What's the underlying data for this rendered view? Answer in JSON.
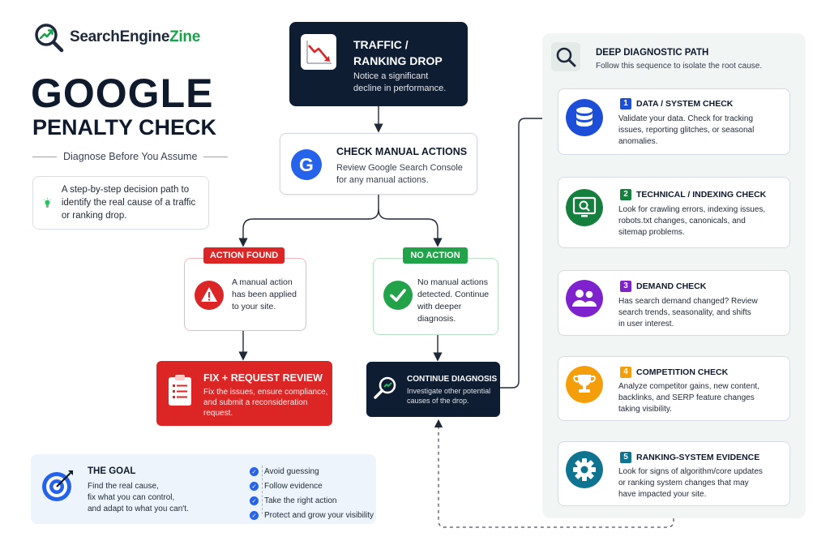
{
  "brand": {
    "name_main": "SearchEngine",
    "name_highlight": "Zine"
  },
  "header": {
    "title_line1": "GOOGLE",
    "title_line2": "PENALTY CHECK",
    "subtitle": "Diagnose Before You Assume"
  },
  "intro": {
    "text": "A step-by-step decision path to identify the real cause of a traffic or ranking drop."
  },
  "flow": {
    "traffic": {
      "title_line1": "TRAFFIC /",
      "title_line2": "RANKING DROP",
      "desc_line1": "Notice a significant",
      "desc_line2": "decline in performance."
    },
    "manual": {
      "icon_letter": "G",
      "title": "CHECK MANUAL ACTIONS",
      "desc_line1": "Review Google Search Console",
      "desc_line2": "for any manual actions."
    },
    "action_found": {
      "label": "ACTION FOUND",
      "desc_line1": "A manual action",
      "desc_line2": "has been applied",
      "desc_line3": "to your site."
    },
    "no_action": {
      "label": "NO ACTION",
      "desc_line1": "No manual actions",
      "desc_line2": "detected. Continue",
      "desc_line3": "with deeper",
      "desc_line4": "diagnosis."
    },
    "fix": {
      "title": "FIX + REQUEST REVIEW",
      "desc_line1": "Fix the issues, ensure compliance,",
      "desc_line2": "and submit a reconsideration",
      "desc_line3": "request."
    },
    "continue": {
      "title": "CONTINUE DIAGNOSIS",
      "desc_line1": "Investigate other potential",
      "desc_line2": "causes of the drop."
    }
  },
  "goal": {
    "title": "THE GOAL",
    "desc_line1": "Find the real cause,",
    "desc_line2": "fix what you can control,",
    "desc_line3": "and adapt to what you can't.",
    "checklist": [
      "Avoid guessing",
      "Follow evidence",
      "Take the right action",
      "Protect and grow your visibility"
    ]
  },
  "deep": {
    "title": "DEEP DIAGNOSTIC PATH",
    "desc": "Follow this sequence to isolate the root cause.",
    "steps": [
      {
        "num": "1",
        "title": "DATA / SYSTEM CHECK",
        "lines": [
          "Validate your data. Check for tracking",
          "issues, reporting glitches, or seasonal",
          "anomalies."
        ],
        "color": "#1d4ed8",
        "icon": "database-icon"
      },
      {
        "num": "2",
        "title": "TECHNICAL / INDEXING CHECK",
        "lines": [
          "Look for crawling errors, indexing issues,",
          "robots.txt changes, canonicals, and",
          "sitemap problems."
        ],
        "color": "#15803d",
        "icon": "monitor-search-icon"
      },
      {
        "num": "3",
        "title": "DEMAND CHECK",
        "lines": [
          "Has search demand changed? Review",
          "search trends, seasonality, and shifts",
          "in user interest."
        ],
        "color": "#7e22ce",
        "icon": "users-icon"
      },
      {
        "num": "4",
        "title": "COMPETITION CHECK",
        "lines": [
          "Analyze competitor gains, new content,",
          "backlinks, and SERP feature changes",
          "taking visibility."
        ],
        "color": "#f59e0b",
        "icon": "trophy-icon"
      },
      {
        "num": "5",
        "title": "RANKING-SYSTEM EVIDENCE",
        "lines": [
          "Look for signs of algorithm/core updates",
          "or ranking system changes that may",
          "have impacted your site."
        ],
        "color": "#0e7490",
        "icon": "gear-icon"
      }
    ]
  },
  "colors": {
    "navy": "#0f1d33",
    "red": "#dc2626",
    "green": "#22a34a",
    "blue": "#2563eb"
  }
}
